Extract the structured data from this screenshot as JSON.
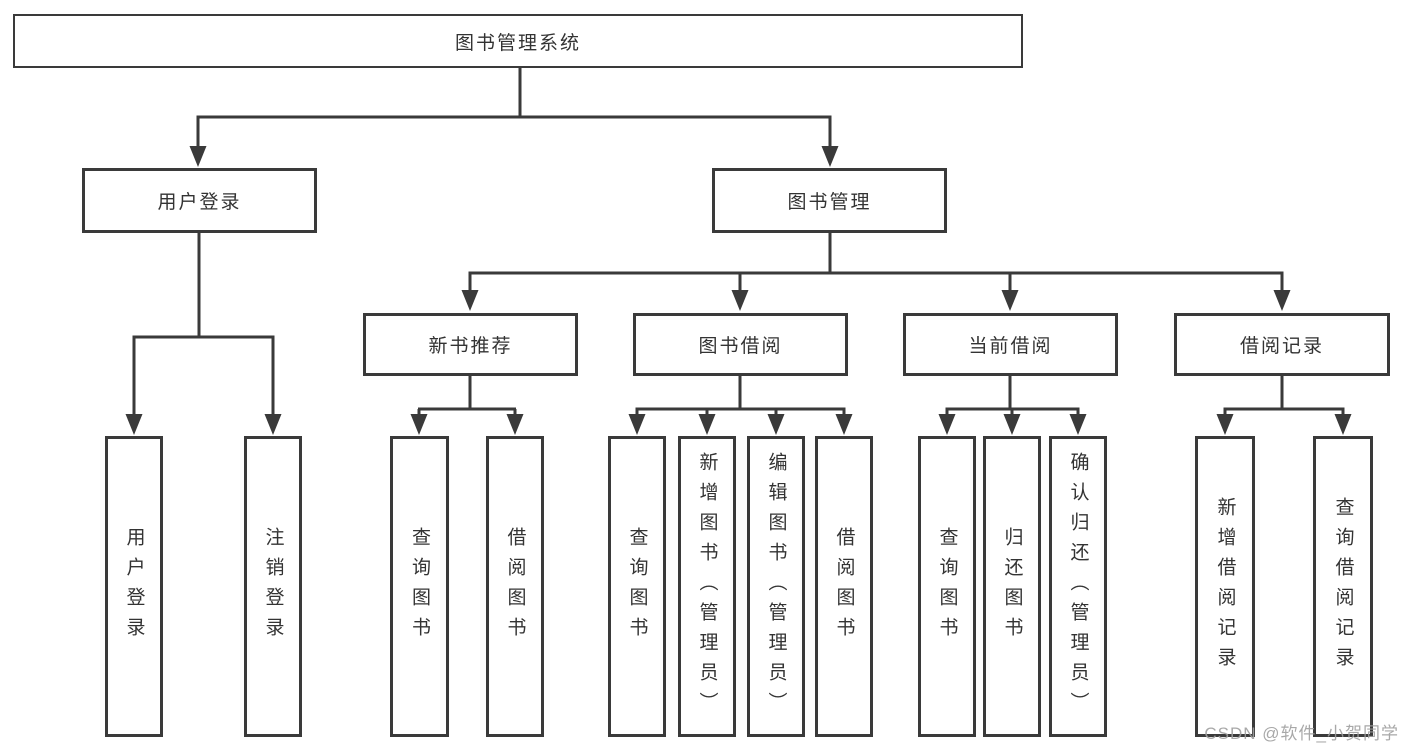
{
  "diagram": {
    "root": {
      "label": "图书管理系统"
    },
    "branches": [
      {
        "label": "用户登录"
      },
      {
        "label": "图书管理"
      }
    ],
    "modules": [
      {
        "label": "新书推荐",
        "parent": "图书管理"
      },
      {
        "label": "图书借阅",
        "parent": "图书管理"
      },
      {
        "label": "当前借阅",
        "parent": "图书管理"
      },
      {
        "label": "借阅记录",
        "parent": "图书管理"
      }
    ],
    "leaves": [
      {
        "label": "用户登录",
        "parent": "用户登录"
      },
      {
        "label": "注销登录",
        "parent": "用户登录"
      },
      {
        "label": "查询图书",
        "parent": "新书推荐"
      },
      {
        "label": "借阅图书",
        "parent": "新书推荐"
      },
      {
        "label": "查询图书",
        "parent": "图书借阅"
      },
      {
        "label": "新增图书（管理员）",
        "parent": "图书借阅"
      },
      {
        "label": "编辑图书（管理员）",
        "parent": "图书借阅"
      },
      {
        "label": "借阅图书",
        "parent": "图书借阅"
      },
      {
        "label": "查询图书",
        "parent": "当前借阅"
      },
      {
        "label": "归还图书",
        "parent": "当前借阅"
      },
      {
        "label": "确认归还（管理员）",
        "parent": "当前借阅"
      },
      {
        "label": "新增借阅记录",
        "parent": "借阅记录"
      },
      {
        "label": "查询借阅记录",
        "parent": "借阅记录"
      }
    ]
  },
  "watermark": {
    "text": "CSDN @软件_小贺同学"
  },
  "colors": {
    "line": "#3a3a3a",
    "text": "#333333",
    "background": "#ffffff",
    "watermark": "#9e9e9e"
  }
}
